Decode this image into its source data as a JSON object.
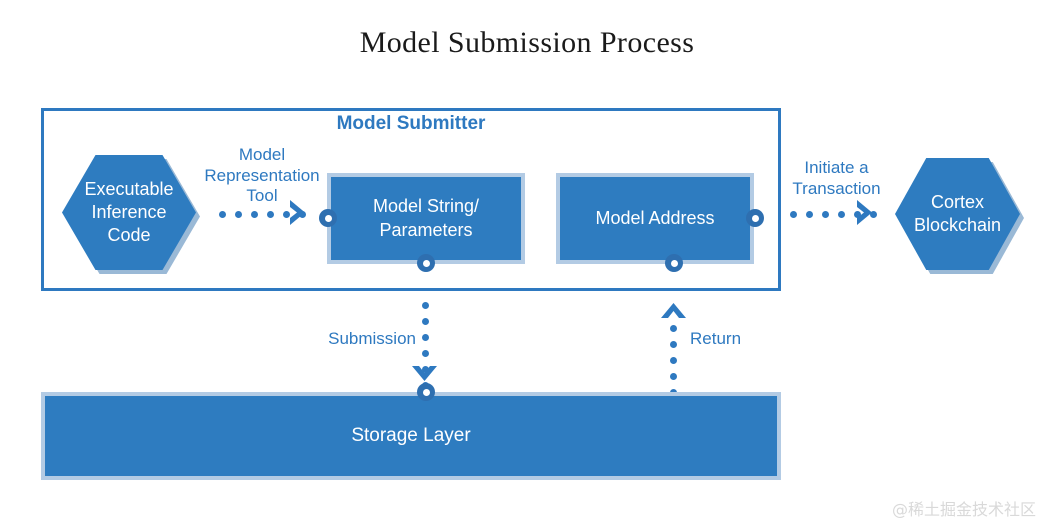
{
  "title": "Model Submission Process",
  "container": {
    "label": "Model Submitter"
  },
  "nodes": {
    "executable_inference_code": "Executable\nInference\nCode",
    "executable_inference_code_lines": [
      "Executable",
      "Inference",
      "Code"
    ],
    "model_string_parameters_lines": [
      "Model String/",
      "Parameters"
    ],
    "model_address": "Model Address",
    "cortex_blockchain_lines": [
      "Cortex",
      "Blockchain"
    ],
    "storage_layer": "Storage Layer"
  },
  "arrows": {
    "model_representation_tool_lines": [
      "Model",
      "Representation",
      "Tool"
    ],
    "initiate_a_transaction_lines": [
      "Initiate a",
      "Transaction"
    ],
    "submission": "Submission",
    "return": "Return"
  },
  "colors": {
    "primary_blue": "#2E7CC0",
    "border_blue": "#2E79C0",
    "light_border": "#B3CBE4",
    "shadow_blue": "#9AB9D6",
    "text_white": "#FFFFFF",
    "title_black": "#1A1A1A",
    "watermark_gray": "#D9D9D9"
  },
  "watermark": "@稀土掘金技术社区"
}
